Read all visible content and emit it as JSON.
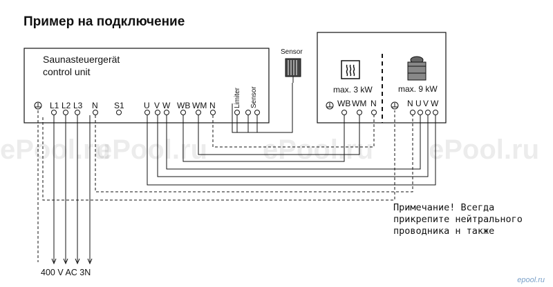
{
  "title": "Пример на подключение",
  "control_unit": {
    "label_line1": "Saunasteuergerät",
    "label_line2": "control unit",
    "terminals": {
      "l1": "L1",
      "l2": "L2",
      "l3": "L3",
      "n": "N",
      "s1": "S1",
      "u": "U",
      "v": "V",
      "w": "W",
      "wb": "WB",
      "wm": "WM",
      "n2": "N",
      "limiter": "Limiter",
      "sensor": "Sensor"
    }
  },
  "sensor_label": "Sensor",
  "heater_box": {
    "left_power": "max. 3 kW",
    "right_power": "max. 9 kW",
    "left_terminals": {
      "wb": "WB",
      "wm": "WM",
      "n": "N"
    },
    "right_terminals": {
      "n": "N",
      "u": "U",
      "v": "V",
      "w": "W"
    }
  },
  "supply_label": "400 V AC 3N",
  "note": {
    "line1": "Примечание! Всегда",
    "line2": "прикрепите нейтрального",
    "line3": "проводника н также"
  },
  "watermark": "ePool.ru",
  "brand": "epool.ru"
}
